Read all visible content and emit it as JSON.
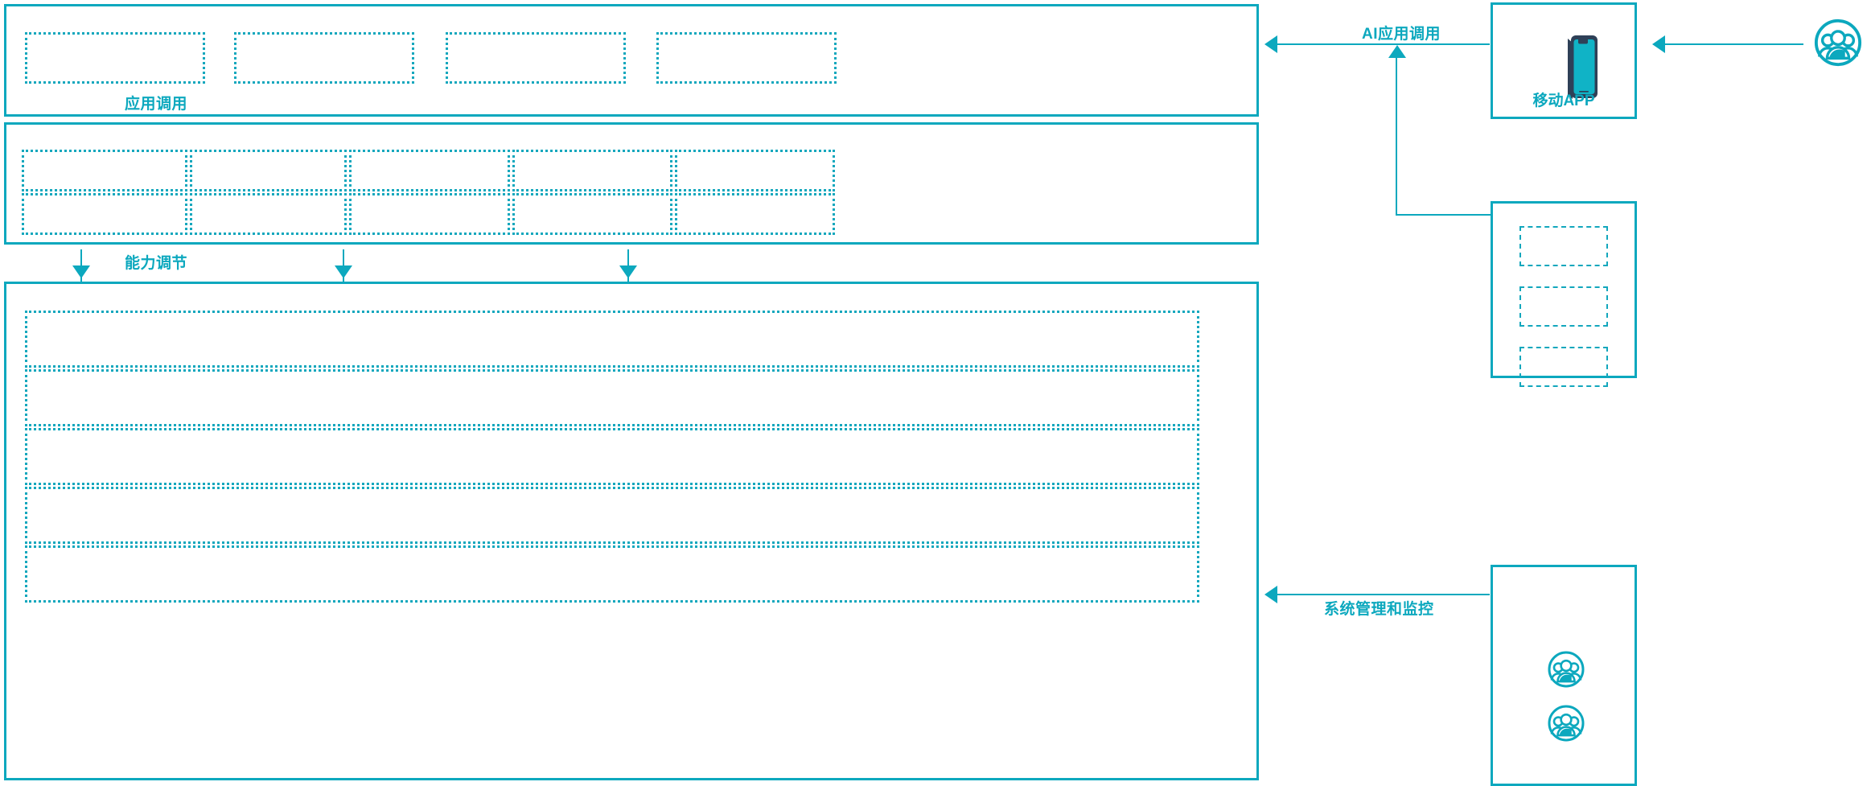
{
  "diagram": {
    "accent_color": "#0ca8be",
    "dash_color": "#13a7bd",
    "phone_frame_color": "#2e4057",
    "background": "#ffffff"
  },
  "flow_labels": {
    "app_call": "应用调用",
    "capability_adjust": "能力调节",
    "ai_app_call": "AI应用调用",
    "system_manage_monitor": "系统管理和监控"
  },
  "layers": {
    "application_layer": {
      "name": "application-layer",
      "boxes": [
        {
          "id": "app-box-1",
          "label": ""
        },
        {
          "id": "app-box-2",
          "label": ""
        },
        {
          "id": "app-box-3",
          "label": ""
        },
        {
          "id": "app-box-4",
          "label": ""
        }
      ]
    },
    "capability_layer": {
      "name": "capability-layer",
      "columns": [
        {
          "id": "cap-col-1",
          "cells": [
            {
              "id": "cap-1-1",
              "label": ""
            },
            {
              "id": "cap-1-2",
              "label": ""
            }
          ]
        },
        {
          "id": "cap-col-2",
          "cells": [
            {
              "id": "cap-2-1",
              "label": ""
            },
            {
              "id": "cap-2-2",
              "label": ""
            }
          ]
        },
        {
          "id": "cap-col-3",
          "cells": [
            {
              "id": "cap-3-1",
              "label": ""
            },
            {
              "id": "cap-3-2",
              "label": ""
            }
          ]
        },
        {
          "id": "cap-col-4",
          "cells": [
            {
              "id": "cap-4-1",
              "label": ""
            },
            {
              "id": "cap-4-2",
              "label": ""
            }
          ]
        },
        {
          "id": "cap-col-5",
          "cells": [
            {
              "id": "cap-5-1",
              "label": ""
            },
            {
              "id": "cap-5-2",
              "label": ""
            }
          ]
        }
      ]
    },
    "infrastructure_layer": {
      "name": "infrastructure-layer",
      "rows": [
        {
          "id": "infra-row-1",
          "label": ""
        },
        {
          "id": "infra-row-2",
          "label": ""
        },
        {
          "id": "infra-row-3",
          "label": ""
        },
        {
          "id": "infra-row-4",
          "label": ""
        },
        {
          "id": "infra-row-5",
          "label": ""
        }
      ]
    }
  },
  "right_panels": {
    "mobile_app": {
      "name": "mobile-app-panel",
      "caption": "移动APP",
      "icon": "smartphone-icon"
    },
    "channel_panel": {
      "name": "channel-panel",
      "boxes": [
        {
          "id": "channel-box-1",
          "label": ""
        },
        {
          "id": "channel-box-2",
          "label": ""
        },
        {
          "id": "channel-box-3",
          "label": ""
        }
      ]
    },
    "operations_panel": {
      "name": "operations-panel",
      "icons": [
        {
          "id": "ops-user-icon-1",
          "icon": "user-group-icon"
        },
        {
          "id": "ops-user-icon-2",
          "icon": "user-group-icon"
        }
      ]
    },
    "end_user": {
      "name": "end-user-actor",
      "icon": "user-group-icon"
    }
  }
}
